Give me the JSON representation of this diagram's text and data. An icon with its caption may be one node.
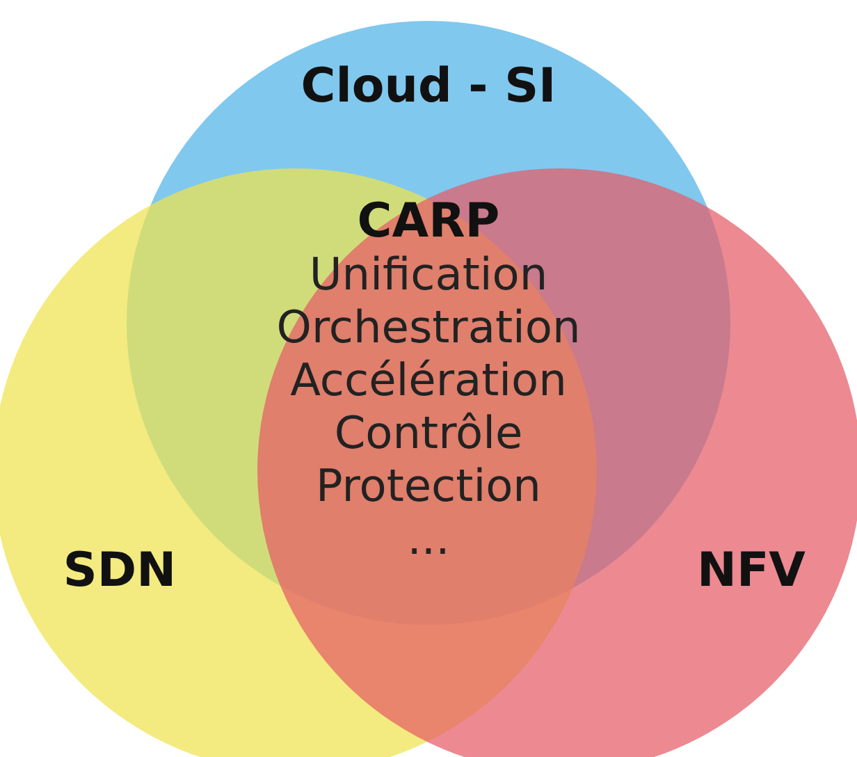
{
  "diagram": {
    "nodes": [
      {
        "text": [
          "Cloud - SI"
        ]
      },
      {
        "text": [
          "SDN"
        ]
      },
      {
        "text": [
          "NFV"
        ]
      }
    ],
    "labels": [
      "CARP",
      "Unification",
      "Orchestration",
      "Accélération",
      "Contrôle",
      "Protection",
      "..."
    ]
  }
}
